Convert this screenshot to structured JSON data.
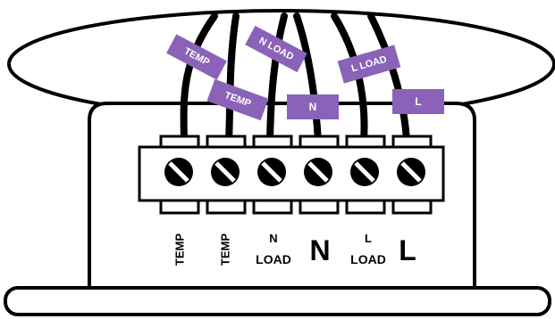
{
  "wire_tags": [
    {
      "id": "temp-left",
      "text": "TEMP"
    },
    {
      "id": "temp-right",
      "text": "TEMP"
    },
    {
      "id": "n-load",
      "text": "N LOAD"
    },
    {
      "id": "n",
      "text": "N"
    },
    {
      "id": "l-load",
      "text": "L LOAD"
    },
    {
      "id": "l",
      "text": "L"
    }
  ],
  "terminal_labels": {
    "t1": "TEMP",
    "t2": "TEMP",
    "t3_top": "N",
    "t3_bottom": "LOAD",
    "t4": "N",
    "t5_top": "L",
    "t5_bottom": "LOAD",
    "t6": "L"
  },
  "colors": {
    "tag": "#8a63b8",
    "wire": "#000000",
    "outline": "#000000",
    "background": "#ffffff"
  },
  "icons": [
    "screw-terminal-icon"
  ]
}
